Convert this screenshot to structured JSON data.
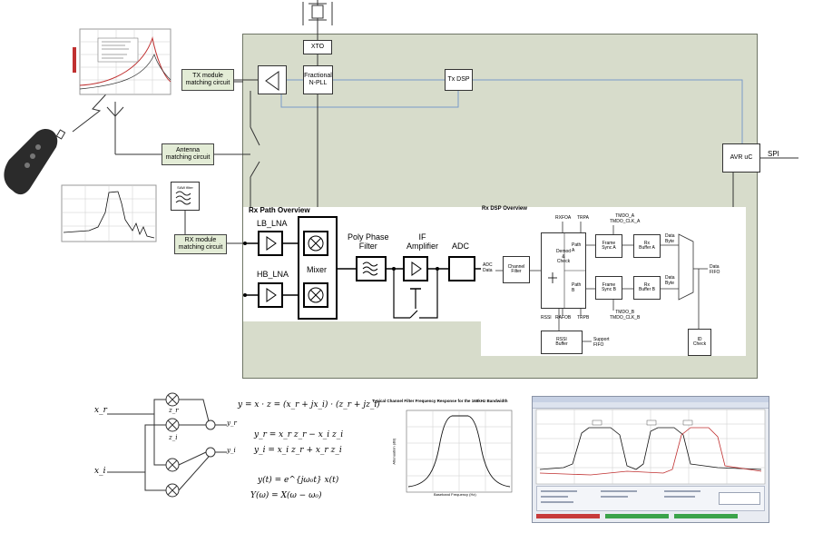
{
  "chip": {
    "xto": "XTO",
    "pll": "Fractional\nN-PLL",
    "txdsp": "Tx DSP",
    "avr": "AVR uC",
    "spi": "SPI"
  },
  "matching": {
    "tx": "TX module\nmatching circuit",
    "antenna": "Antenna\nmatching circuit",
    "rx": "RX module\nmatching circuit",
    "saw": "SAW filter"
  },
  "rx_path": {
    "title": "Rx Path Overview",
    "lb_lna": "LB_LNA",
    "hb_lna": "HB_LNA",
    "mixer": "Mixer",
    "polyphase": "Poly Phase\nFilter",
    "if_amp": "IF\nAmplifier",
    "adc": "ADC"
  },
  "rx_dsp": {
    "title": "Rx DSP Overview",
    "adc_data": "ADC\nData",
    "channel_filter": "Channel\nFilter",
    "demod": "Demod\n&\nCheck",
    "path_a": "Path\nA",
    "path_b": "Path\nB",
    "frame_sync_a": "Frame\nSync A",
    "frame_sync_b": "Frame\nSync B",
    "rx_buffer_a": "Rx\nBuffer A",
    "rx_buffer_b": "Rx\nBuffer B",
    "data_byte_a": "Data\nByte",
    "data_byte_b": "Data\nByte",
    "rxfoa": "RXFOA",
    "trpa": "TRPA",
    "tmdo_a": "TMDO_A\nTMDO_CLK_A",
    "rafob": "RAFOB",
    "trpb": "TRPB",
    "tmdo_b": "TMDO_B\nTMDO_CLK_B",
    "rssi": "RSSI",
    "rssi_buffer": "RSSI\nBuffer",
    "support_fifo": "Support\nFIFO",
    "data_fifo": "Data\nFIFO",
    "id_check": "ID\nCheck"
  },
  "equations": {
    "in_left_top": "x_r",
    "in_left_bottom": "x_i",
    "z_r": "z_r",
    "z_i": "z_i",
    "y_r": "y_r",
    "y_i": "y_i",
    "eq1": "y = x · z = (x_r + jx_i) · (z_r + jz_i)",
    "eq2": "y_r = x_r z_r − x_i z_i",
    "eq3": "y_i = x_i z_r + x_r z_i",
    "eq4": "y(t) = e^{jω₀t} x(t)",
    "eq5": "Y(ω) = X(ω − ω₀)"
  },
  "filter_chart": {
    "title": "Typical Channel Filter Frequency Response for the 168kHz Bandwidth",
    "xlabel": "Baseband Frequency (Hz)",
    "ylabel": "Attenuation (dB)"
  },
  "colors": {
    "chip_bg": "#d7dccb",
    "match_bg": "#e3ecd6",
    "signal_line": "#7a9ac8",
    "trace_black": "#111111",
    "trace_red": "#c03030"
  }
}
